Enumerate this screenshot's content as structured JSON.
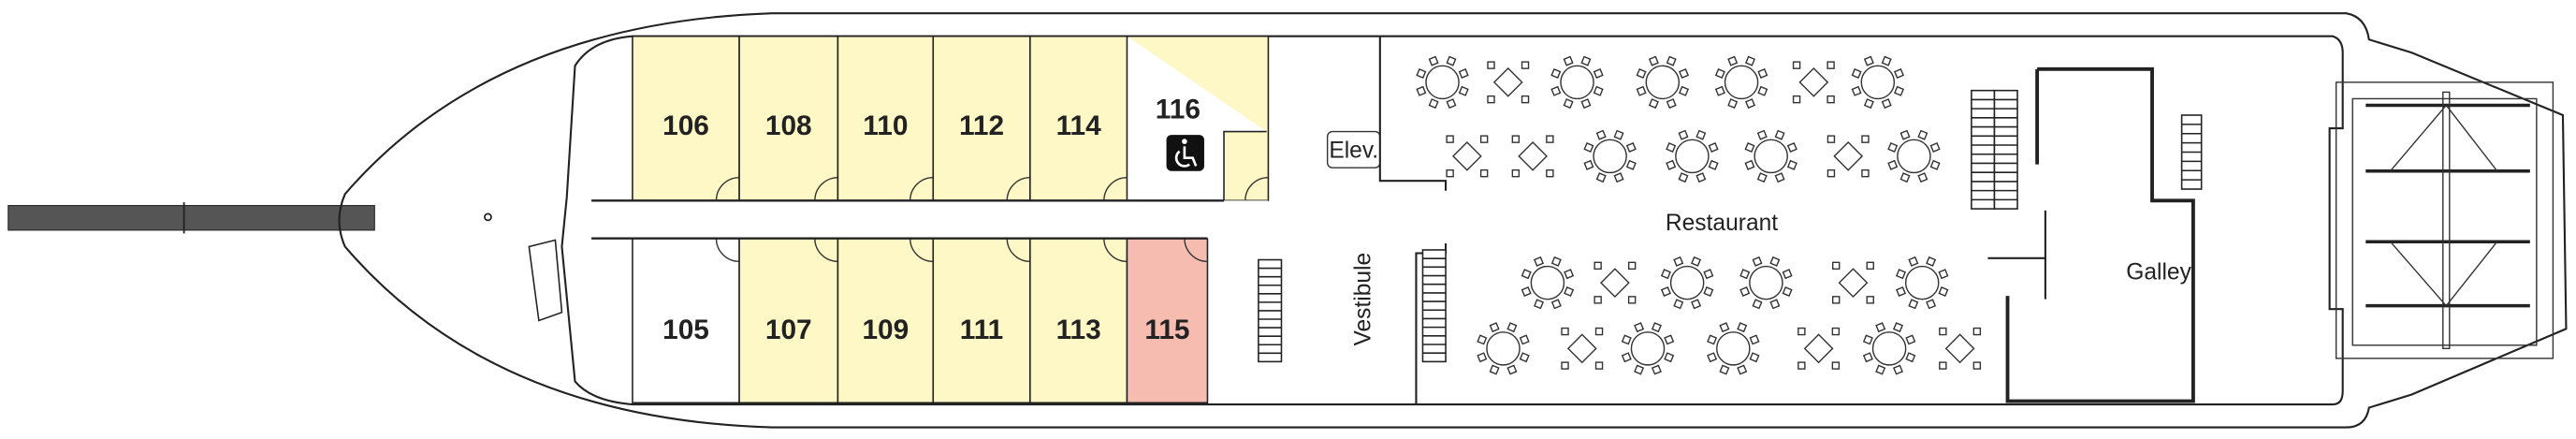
{
  "colors": {
    "standard_cabin": "#fdf8c5",
    "highlight_cabin": "#f6bcaf",
    "unassigned_cabin": "#ffffff",
    "line": "#222222",
    "gangway": "#555555"
  },
  "cabins_top": [
    {
      "number": "106",
      "category": "standard"
    },
    {
      "number": "108",
      "category": "standard"
    },
    {
      "number": "110",
      "category": "standard"
    },
    {
      "number": "112",
      "category": "standard"
    },
    {
      "number": "114",
      "category": "standard"
    },
    {
      "number": "116",
      "category": "standard",
      "accessible": true
    }
  ],
  "cabins_bottom": [
    {
      "number": "105",
      "category": "unassigned"
    },
    {
      "number": "107",
      "category": "standard"
    },
    {
      "number": "109",
      "category": "standard"
    },
    {
      "number": "111",
      "category": "standard"
    },
    {
      "number": "113",
      "category": "standard"
    },
    {
      "number": "115",
      "category": "highlight"
    }
  ],
  "rooms": {
    "elevator": "Elev.",
    "restaurant": "Restaurant",
    "vestibule": "Vestibule",
    "galley": "Galley"
  },
  "icons": {
    "accessible": "wheelchair-icon"
  },
  "restaurant_tables": [
    [
      "round",
      "square",
      "round",
      "round",
      "round",
      "square",
      "round"
    ],
    [
      "square",
      "square",
      "round",
      "round",
      "round",
      "square",
      "round"
    ],
    [
      "round",
      "square",
      "round",
      "round",
      "square",
      "round"
    ],
    [
      "round",
      "square",
      "round",
      "round",
      "square",
      "round",
      "square"
    ]
  ]
}
